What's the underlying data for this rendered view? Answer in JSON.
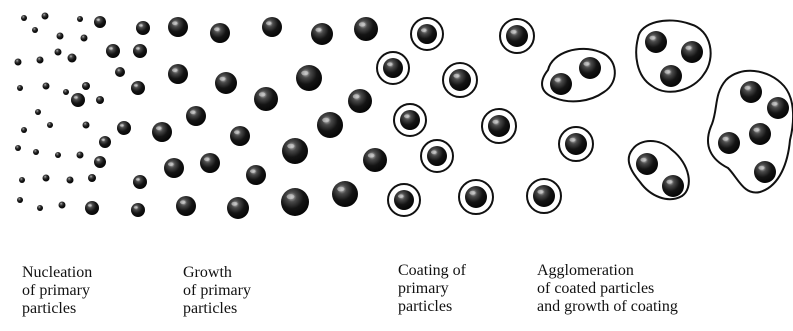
{
  "stages": [
    {
      "id": "nucleation",
      "lines": [
        "Nucleation",
        "of primary",
        "particles"
      ]
    },
    {
      "id": "growth",
      "lines": [
        "Growth",
        "of primary",
        "particles"
      ]
    },
    {
      "id": "coating",
      "lines": [
        "Coating of",
        "primary",
        "particles"
      ]
    },
    {
      "id": "agglomeration",
      "lines": [
        "Agglomeration",
        "of  coated particles",
        "and growth of coating"
      ]
    }
  ],
  "colors": {
    "particle_core": "#111111",
    "particle_highlight": "#9a9a9a",
    "outline": "#111111",
    "background": "#ffffff"
  }
}
